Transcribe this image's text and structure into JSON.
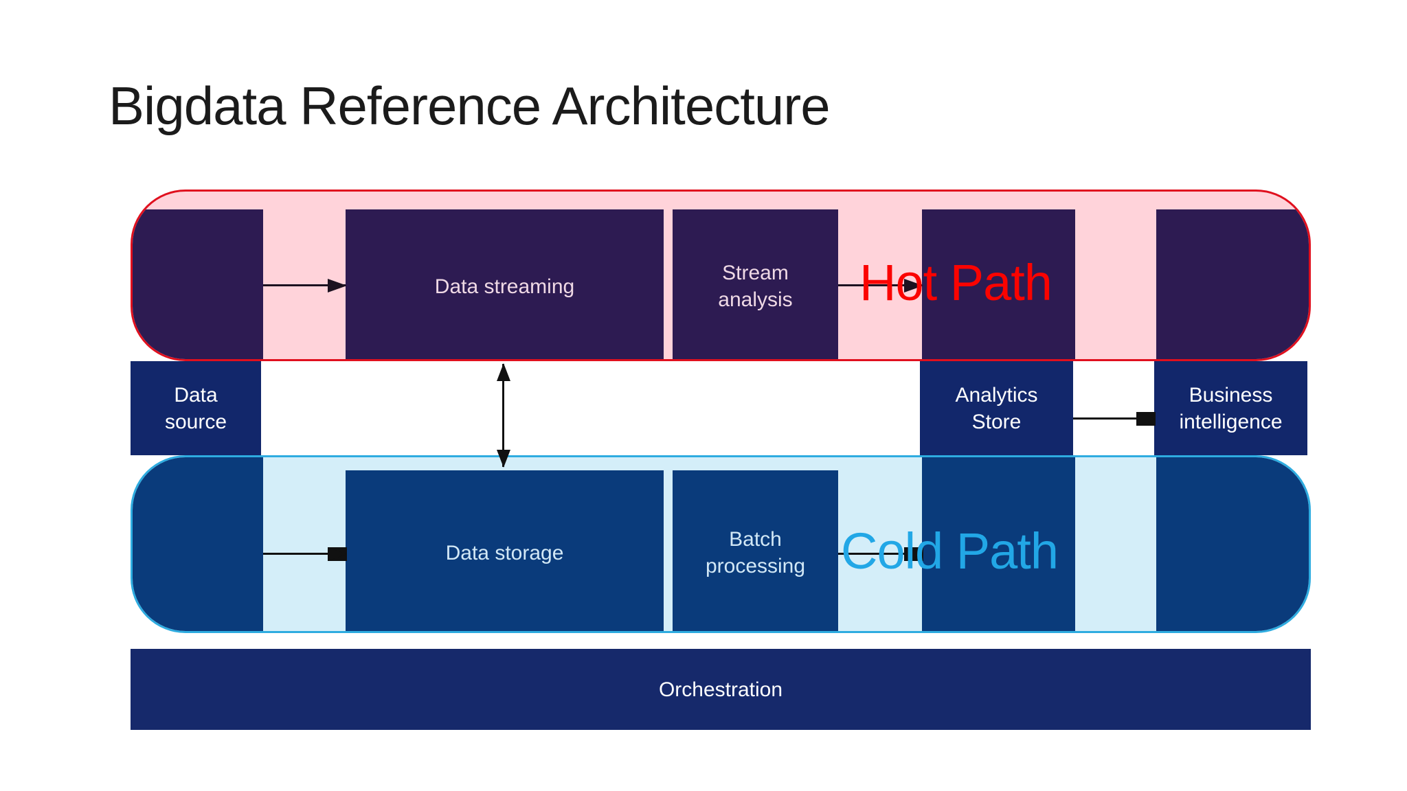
{
  "slide": {
    "title": "Bigdata Reference Architecture"
  },
  "hot_path": {
    "label": "Hot Path"
  },
  "cold_path": {
    "label": "Cold Path"
  },
  "nodes": {
    "data_source": "Data source",
    "data_streaming": "Data streaming",
    "stream_analysis": "Stream analysis",
    "analytics_store": "Analytics Store",
    "business_intelligence": "Business intelligence",
    "data_storage": "Data storage",
    "batch_processing": "Batch processing",
    "orchestration": "Orchestration"
  },
  "colors": {
    "hot_band_fill": "#FFD3DA",
    "hot_band_border": "#E0101E",
    "hot_caption": "#FB0300",
    "hot_box": "#2D1B52",
    "cold_band_fill": "#D4EEF9",
    "cold_band_border": "#2EACE0",
    "cold_caption": "#22A7E6",
    "cold_box": "#0A3B7B",
    "middle_box": "#12276B",
    "orchestration_bar": "#16296B",
    "background": "#FFFFFF"
  }
}
